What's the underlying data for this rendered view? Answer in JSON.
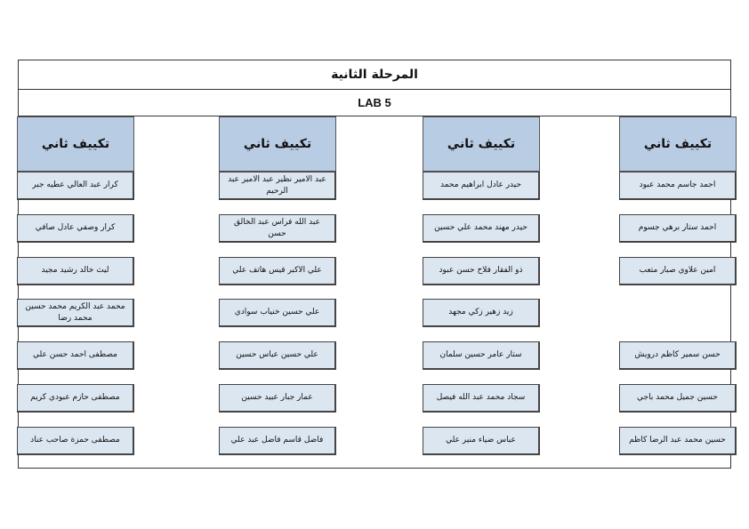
{
  "title": "المرحلة الثانية",
  "lab": "LAB 5",
  "columns": [
    {
      "header": "تكييف ثاني",
      "students": [
        "احمد جاسم محمد عبود",
        "احمد ستار برهي جسوم",
        "امين علاوي صبار متعب",
        "",
        "حسن سمير كاظم درويش",
        "حسين جميل محمد باجي",
        "حسين محمد عبد الرضا كاظم"
      ]
    },
    {
      "header": "تكييف ثاني",
      "students": [
        "حيدر عادل ابراهيم محمد",
        "حيدر مهند محمد علي حسين",
        "ذو الفقار فلاح حسن عبود",
        "زيد زهير زكي مجهد",
        "ستار عامر حسين سلمان",
        "سجاد محمد عبد الله فيصل",
        "عباس ضياء منير علي"
      ]
    },
    {
      "header": "تكييف ثاني",
      "students": [
        "عبد الامير نظير عبد الامير عبد الرحيم",
        "عبد الله فراس عبد الخالق حسن",
        "علي الاكبر قيس هاتف علي",
        "علي حسين خنياب سوادي",
        "علي حسين عباس حسين",
        "عمار جبار عبيد حسين",
        "فاضل قاسم فاضل عبد علي"
      ]
    },
    {
      "header": "تكييف ثاني",
      "students": [
        "كرار عبد العالي عطيه جبر",
        "كرار وصفي عادل صافي",
        "ليث خالد رشيد مجيد",
        "محمد عبد الكريم محمد حسين محمد رضا",
        "مصطفى احمد حسن علي",
        "مصطفى حازم عبودي كريم",
        "مصطفى حمزة صاحب عناد"
      ]
    }
  ]
}
